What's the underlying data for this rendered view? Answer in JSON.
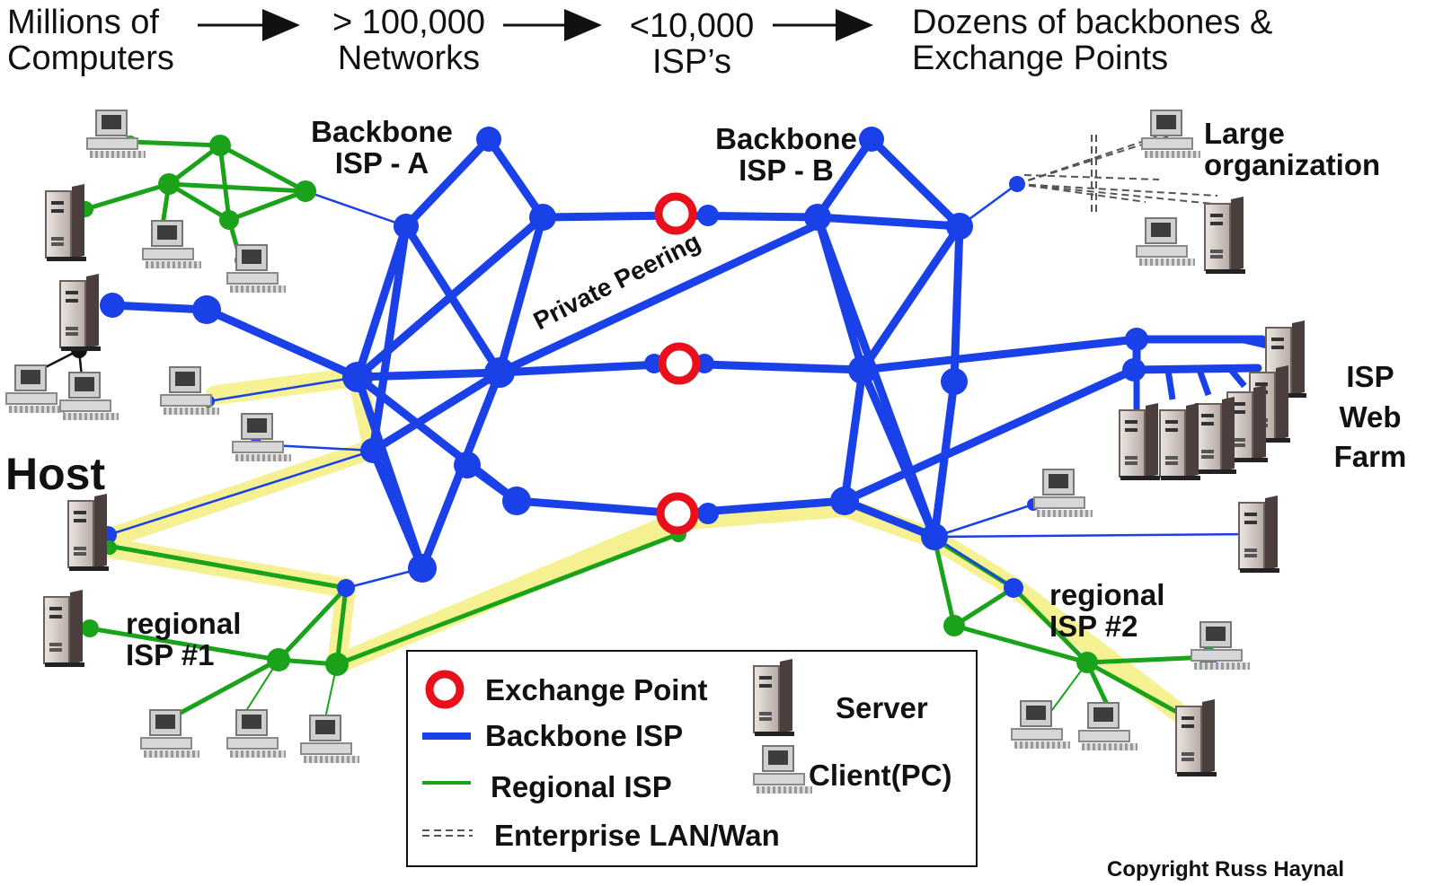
{
  "header": {
    "stage1": [
      "Millions of",
      "Computers"
    ],
    "stage2": [
      "> 100,000",
      "Networks"
    ],
    "stage3": [
      "<10,000",
      "ISP’s"
    ],
    "stage4": [
      "Dozens of backbones &",
      "Exchange Points"
    ]
  },
  "labels": {
    "backbone_a": [
      "Backbone",
      "ISP - A"
    ],
    "backbone_b": [
      "Backbone",
      "ISP - B"
    ],
    "private_peering": "Private Peering",
    "large_org": [
      "Large",
      "organization"
    ],
    "isp_web_farm": [
      "ISP",
      "Web",
      "Farm"
    ],
    "host": "Host",
    "regional_1": [
      "regional",
      "ISP  #1"
    ],
    "regional_2": [
      "regional",
      "ISP  #2"
    ]
  },
  "legend": {
    "exchange_point": "Exchange Point",
    "backbone_isp": "Backbone ISP",
    "regional_isp": "Regional ISP",
    "enterprise": "Enterprise LAN/Wan",
    "server": "Server",
    "client": "Client(PC)"
  },
  "copyright": "Copyright Russ Haynal",
  "colors": {
    "backbone": "#1a40e8",
    "regional": "#1aa31a",
    "exchange": "#e8101a",
    "highlight": "#f5f08c",
    "enterprise": "#555555",
    "black": "#111111"
  },
  "icons": {
    "arrow": "arrow-right-icon",
    "server": "server-tower-icon",
    "client": "desktop-pc-icon",
    "exchange": "exchange-point-ring-icon"
  }
}
